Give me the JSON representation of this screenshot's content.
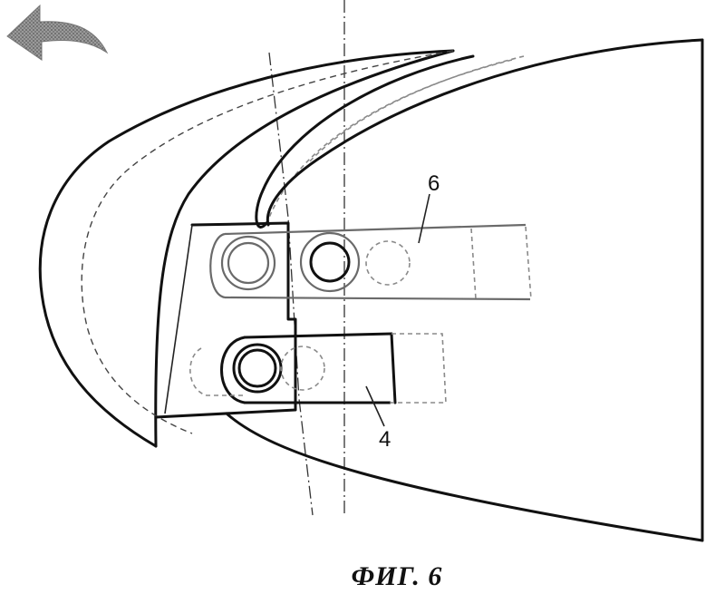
{
  "figure": {
    "caption": "ФИГ. 6",
    "labels": {
      "part_6": "6",
      "part_4": "4"
    },
    "icons": {
      "rotation": "curved-arrow-icon"
    }
  }
}
